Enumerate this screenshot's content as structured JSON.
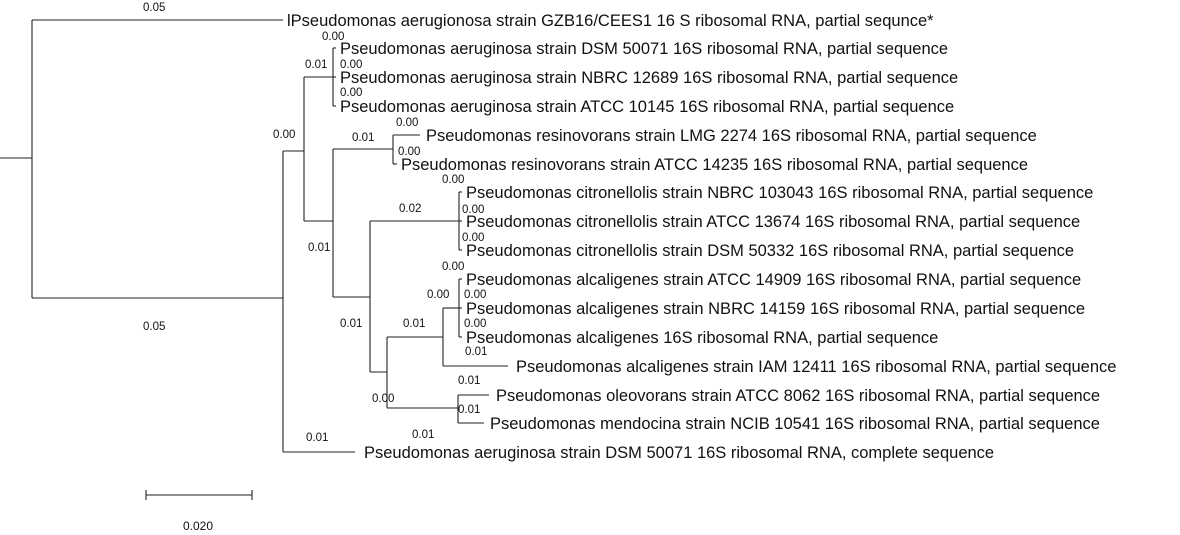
{
  "tree": {
    "tips": [
      "lPseudomonas aerugionosa strain GZB16/CEES1 16 S ribosomal RNA, partial sequnce*",
      "Pseudomonas aeruginosa strain DSM 50071 16S ribosomal RNA, partial sequence",
      "Pseudomonas aeruginosa strain NBRC 12689 16S ribosomal RNA, partial sequence",
      "Pseudomonas aeruginosa strain ATCC 10145 16S ribosomal RNA, partial sequence",
      "Pseudomonas resinovorans strain LMG 2274 16S ribosomal RNA, partial sequence",
      "Pseudomonas resinovorans strain ATCC 14235 16S ribosomal RNA, partial sequence",
      "Pseudomonas citronellolis strain NBRC 103043 16S ribosomal RNA, partial sequence",
      "Pseudomonas citronellolis strain ATCC 13674 16S ribosomal RNA, partial sequence",
      "Pseudomonas citronellolis strain DSM 50332 16S ribosomal RNA, partial sequence",
      "Pseudomonas alcaligenes strain ATCC 14909 16S ribosomal RNA, partial sequence",
      "Pseudomonas alcaligenes strain NBRC 14159 16S ribosomal RNA, partial sequence",
      "Pseudomonas alcaligenes 16S ribosomal RNA, partial sequence",
      "Pseudomonas alcaligenes strain IAM 12411 16S ribosomal RNA, partial sequence",
      "Pseudomonas oleovorans strain ATCC 8062 16S ribosomal RNA, partial sequence",
      "Pseudomonas mendocina strain NCIB 10541 16S ribosomal RNA, partial sequence",
      "Pseudomonas aeruginosa strain DSM 50071 16S ribosomal RNA, complete sequence"
    ],
    "branch_lengths": {
      "root_to_gzb16": "0.05",
      "root_to_main_clade": "0.05",
      "main_to_inner": "0.00",
      "main_to_dsm_complete": "0.01",
      "aeruginosa_clade_stem": "0.01",
      "aeruginosa_dsm_partial": "0.00",
      "aeruginosa_nbrc": "0.00",
      "aeruginosa_atcc": "0.00",
      "inner_to_resinovorans": "0.01",
      "resinovorans_lmg": "0.00",
      "resinovorans_atcc": "0.00",
      "inner_to_citro_alca": "0.01",
      "citronellolis_clade_stem": "0.02",
      "citronellolis_nbrc": "0.00",
      "citronellolis_atcc": "0.00",
      "citronellolis_dsm": "0.00",
      "to_alca_oleo": "0.01",
      "alca_oleo_to_alca": "0.01",
      "alca_oleo_to_oleo_mendo": "0.00",
      "alcaligenes_clade_stem": "0.00",
      "alcaligenes_atcc": "0.00",
      "alcaligenes_nbrc": "0.00",
      "alcaligenes_16s": "0.00",
      "alcaligenes_iam": "0.01",
      "oleo_mendo_stem": "0.01",
      "oleovorans": "0.01",
      "mendocina": "0.01"
    },
    "scale_bar": {
      "label": "0.020"
    }
  }
}
